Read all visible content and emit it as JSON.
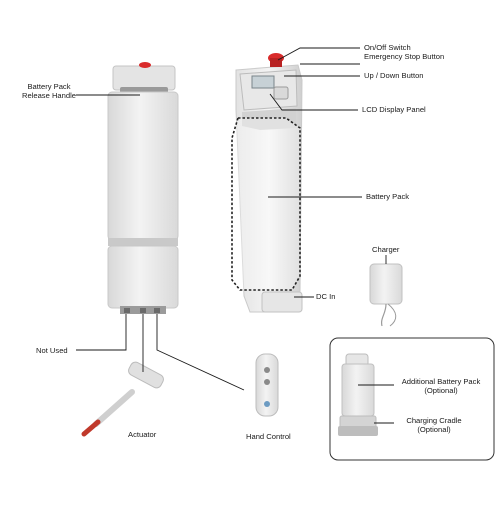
{
  "labels": {
    "battery_pack_release": [
      "Battery Pack",
      "Release Handle"
    ],
    "on_off_switch": "On/Off Switch",
    "emergency_stop": "Emergency Stop Button",
    "up_down_button": "Up / Down Button",
    "lcd_display_panel": "LCD Display Panel",
    "battery_pack": "Battery Pack",
    "charger": "Charger",
    "dc_in": "DC In",
    "not_used": "Not Used",
    "actuator": "Actuator",
    "hand_control": "Hand Control",
    "additional_battery_pack": [
      "Additional Battery Pack",
      "(Optional)"
    ],
    "charging_cradle": [
      "Charging Cradle",
      "(Optional)"
    ]
  },
  "colors": {
    "device_body": "#ececec",
    "device_shadow": "#d6d6d6",
    "stop_button": "#d92b2b",
    "leader_line": "#1a1a1a",
    "optional_box_border": "#333333"
  }
}
